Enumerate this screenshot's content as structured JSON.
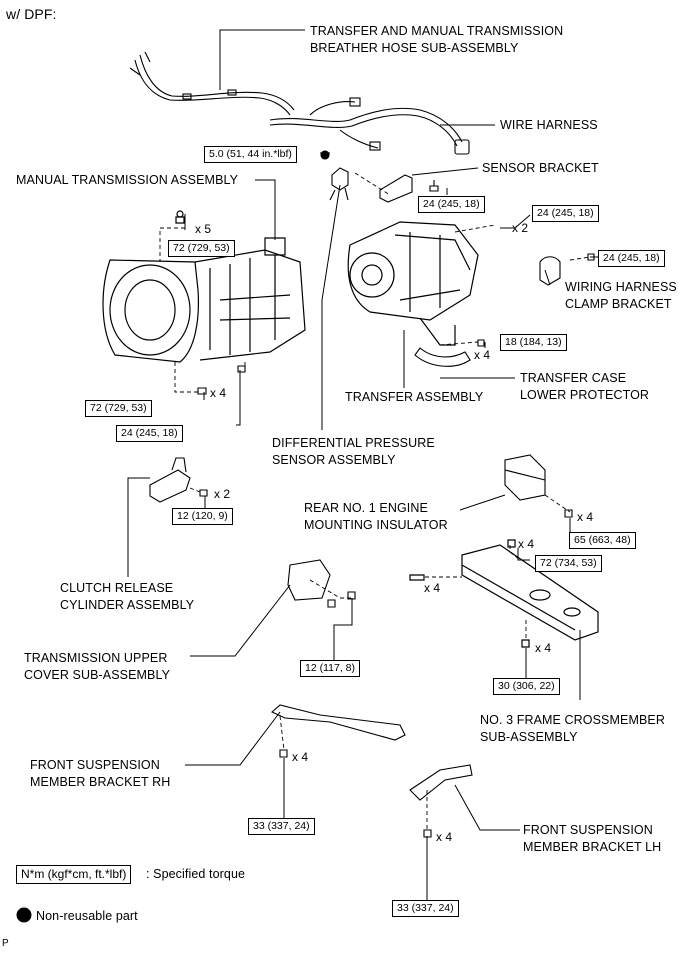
{
  "header": "w/ DPF:",
  "labels": {
    "breather_1": "TRANSFER AND MANUAL TRANSMISSION",
    "breather_2": "BREATHER HOSE SUB-ASSEMBLY",
    "wire_harness": "WIRE HARNESS",
    "sensor_bracket": "SENSOR BRACKET",
    "manual_trans": "MANUAL TRANSMISSION ASSEMBLY",
    "wiring_clamp_1": "WIRING HARNESS",
    "wiring_clamp_2": "CLAMP BRACKET",
    "transfer_case_prot_1": "TRANSFER CASE",
    "transfer_case_prot_2": "LOWER PROTECTOR",
    "transfer_assy": "TRANSFER ASSEMBLY",
    "diff_pressure_1": "DIFFERENTIAL PRESSURE",
    "diff_pressure_2": "SENSOR ASSEMBLY",
    "rear_mount_1": "REAR NO. 1 ENGINE",
    "rear_mount_2": "MOUNTING INSULATOR",
    "clutch_release_1": "CLUTCH RELEASE",
    "clutch_release_2": "CYLINDER ASSEMBLY",
    "trans_upper_1": "TRANSMISSION UPPER",
    "trans_upper_2": "COVER SUB-ASSEMBLY",
    "crossmember_1": "NO. 3 FRAME CROSSMEMBER",
    "crossmember_2": "SUB-ASSEMBLY",
    "front_rh_1": "FRONT SUSPENSION",
    "front_rh_2": "MEMBER BRACKET RH",
    "front_lh_1": "FRONT SUSPENSION",
    "front_lh_2": "MEMBER BRACKET LH"
  },
  "torques": {
    "t_dps": "5.0 (51, 44 in.*lbf)",
    "t_sensor_bracket": "24 (245, 18)",
    "t_transfer_top": "24 (245, 18)",
    "t_clamp": "24 (245, 18)",
    "t_mt_top": "72 (729, 53)",
    "t_protector": "18 (184, 13)",
    "t_mt_bottom_l": "72 (729, 53)",
    "t_mt_bottom_r": "24 (245, 18)",
    "t_clutch": "12 (120, 9)",
    "t_mount": "65 (663, 48)",
    "t_cross_top": "72 (734, 53)",
    "t_upper_cover": "12 (117, 8)",
    "t_cross_bottom": "30 (306, 22)",
    "t_front_rh": "33 (337, 24)",
    "t_front_lh": "33 (337, 24)"
  },
  "counts": {
    "c_mt_top": "x 5",
    "c_transfer_top": "x 2",
    "c_protector": "x 4",
    "c_mt_bottom": "x 4",
    "c_clutch": "x 2",
    "c_mount": "x 4",
    "c_cross_top": "x 4",
    "c_cross_bolt": "x 4",
    "c_cross_bottom": "x 4",
    "c_front_rh": "x 4",
    "c_front_lh": "x 4"
  },
  "legend": {
    "torque_box": "N*m (kgf*cm, ft.*lbf)",
    "torque_text": ": Specified torque",
    "nonreusable_text": "Non-reusable part"
  },
  "footer_code": "P"
}
